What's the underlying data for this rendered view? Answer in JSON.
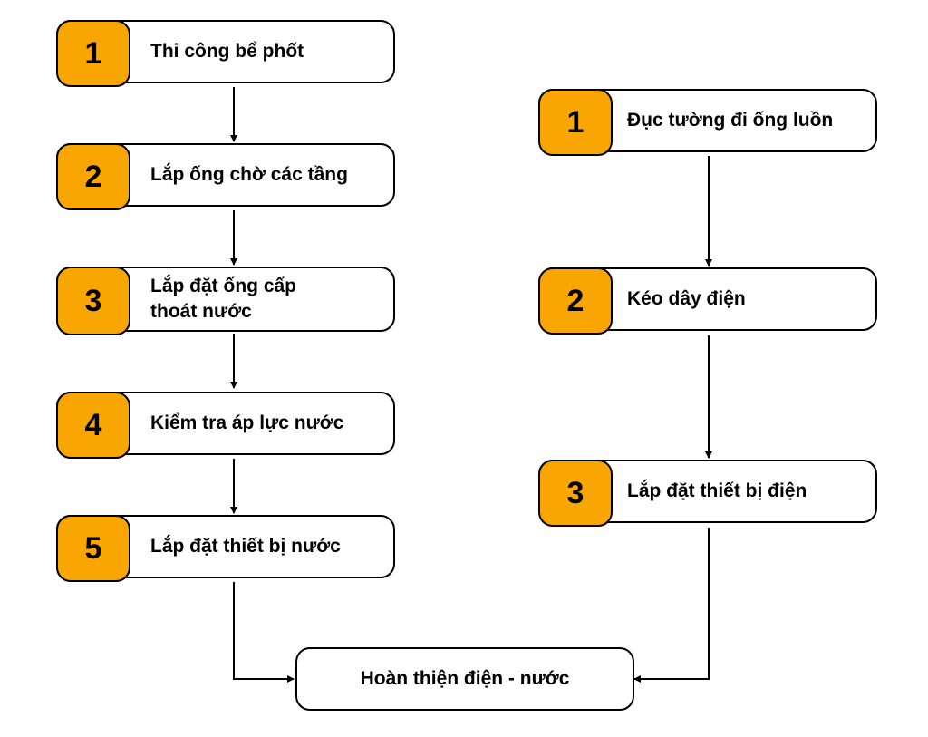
{
  "colors": {
    "badge": "#F9A602",
    "stroke": "#000000",
    "background": "#FFFFFF"
  },
  "left_column": [
    {
      "number": "1",
      "label": "Thi công bể phốt"
    },
    {
      "number": "2",
      "label": "Lắp ống chờ các tầng"
    },
    {
      "number": "3",
      "label": "Lắp đặt ống cấp\nthoát nước"
    },
    {
      "number": "4",
      "label": "Kiểm tra áp lực nước"
    },
    {
      "number": "5",
      "label": "Lắp đặt thiết bị nước"
    }
  ],
  "right_column": [
    {
      "number": "1",
      "label": "Đục tường đi ống luồn"
    },
    {
      "number": "2",
      "label": "Kéo dây điện"
    },
    {
      "number": "3",
      "label": "Lắp đặt thiết bị điện"
    }
  ],
  "final_step": {
    "label": "Hoàn thiện điện - nước"
  }
}
